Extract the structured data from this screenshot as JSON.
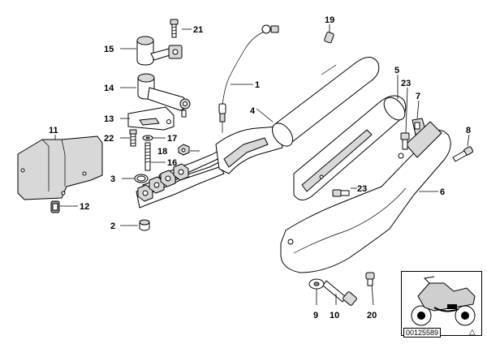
{
  "diagram_id": "00125589",
  "callouts": [
    "1",
    "2",
    "3",
    "4",
    "5",
    "6",
    "7",
    "8",
    "9",
    "10",
    "11",
    "12",
    "13",
    "14",
    "15",
    "16",
    "17",
    "18",
    "19",
    "20",
    "21",
    "22",
    "23",
    "23"
  ],
  "icons": {
    "warning": "warning-triangle-icon",
    "inset": "motorcycle-locator-icon"
  }
}
